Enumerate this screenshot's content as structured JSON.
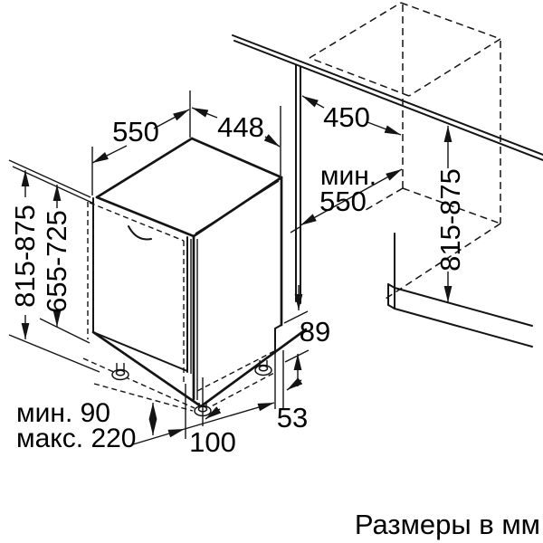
{
  "diagram": {
    "caption": "Размеры в мм",
    "labels": {
      "width_top": "550",
      "depth_top": "448",
      "niche_width": "450",
      "min_prefix": "мин.",
      "min_depth": "550",
      "niche_height": "815-875",
      "appliance_height": "815-875",
      "door_height": "655-725",
      "rear_height": "89",
      "rear_offset": "53",
      "plinth_min": "мин. 90",
      "plinth_max": "макс. 220",
      "foot_offset": "100"
    },
    "colors": {
      "line": "#141414",
      "text": "#000000",
      "background": "#ffffff"
    }
  }
}
